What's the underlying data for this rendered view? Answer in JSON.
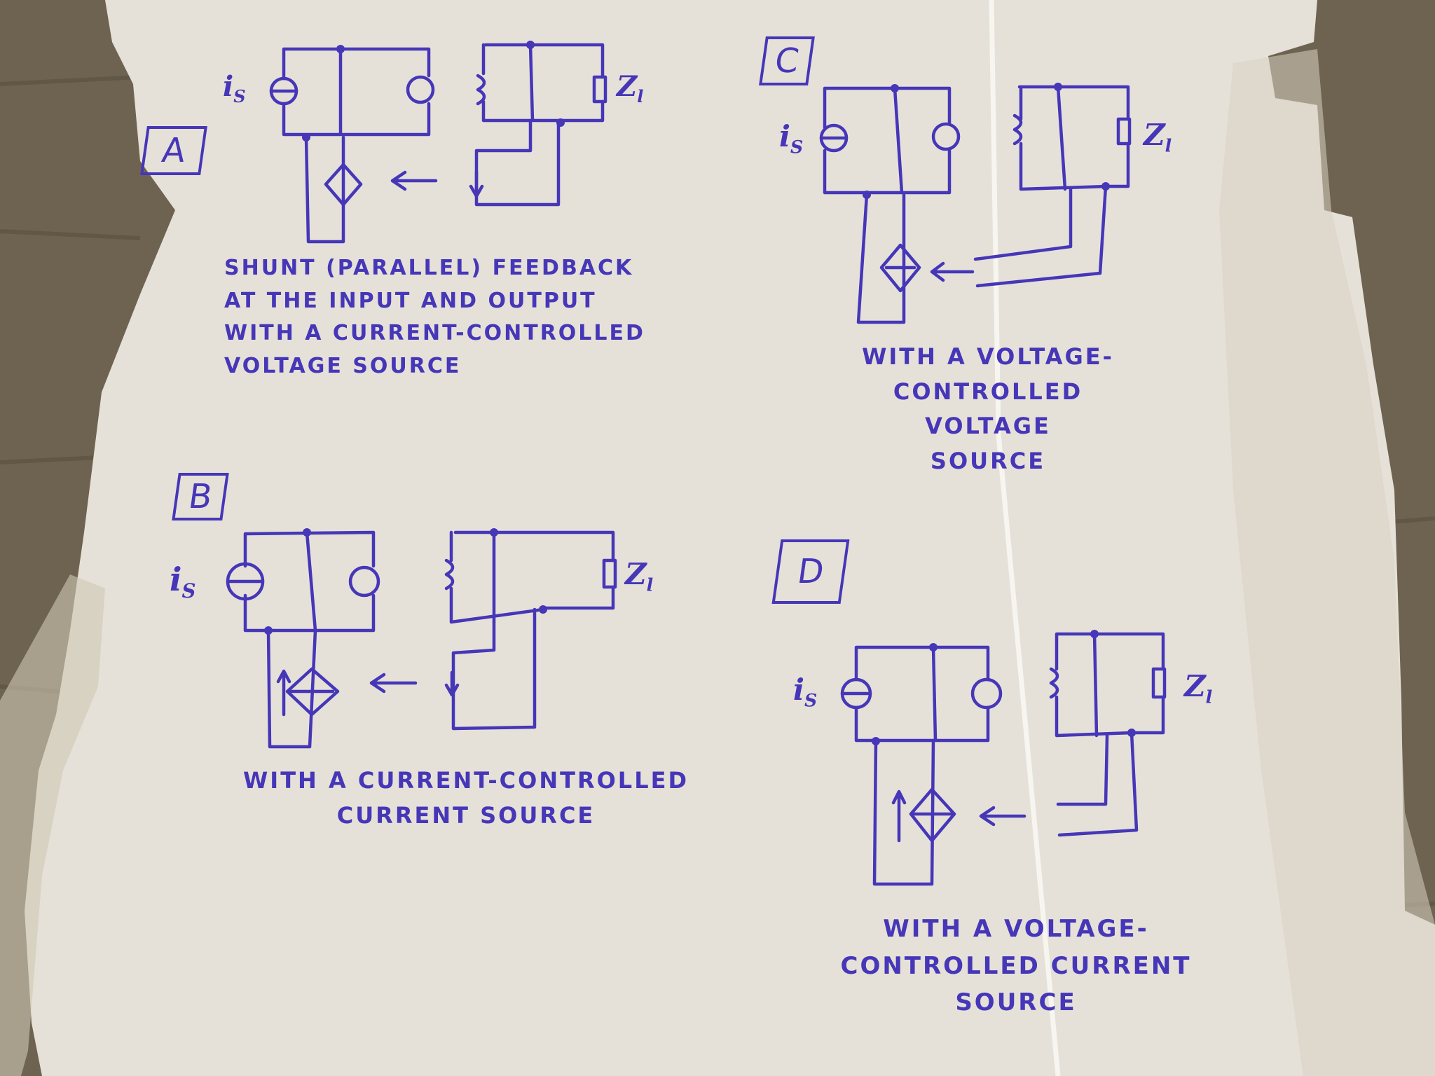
{
  "panels": {
    "a": {
      "letter": "A",
      "caption": "SHUNT (PARALLEL) FEEDBACK\nAT THE INPUT AND OUTPUT\nWITH A CURRENT-CONTROLLED\nVOLTAGE SOURCE",
      "source_label": "i",
      "source_sub": "S",
      "load_label": "Z",
      "load_sub": "l"
    },
    "b": {
      "letter": "B",
      "caption": "WITH A CURRENT-CONTROLLED\nCURRENT SOURCE",
      "source_label": "i",
      "source_sub": "S",
      "load_label": "Z",
      "load_sub": "l"
    },
    "c": {
      "letter": "C",
      "caption": "WITH A VOLTAGE-\nCONTROLLED VOLTAGE\nSOURCE",
      "source_label": "i",
      "source_sub": "S",
      "load_label": "Z",
      "load_sub": "l"
    },
    "d": {
      "letter": "D",
      "caption": "WITH A VOLTAGE-\nCONTROLLED CURRENT\nSOURCE",
      "source_label": "i",
      "source_sub": "S",
      "load_label": "Z",
      "load_sub": "l"
    }
  },
  "colors": {
    "ink": "#4636b8",
    "paper": "#e6e1d8",
    "wood": "#6e6350"
  }
}
